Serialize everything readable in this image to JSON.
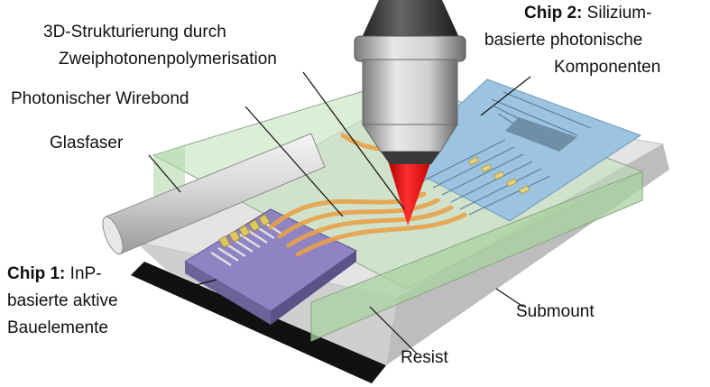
{
  "labels": {
    "strukturierung_line1": "3D-Strukturierung durch",
    "strukturierung_line2": "Zweiphotonenpolymerisation",
    "wirebond": "Photonischer Wirebond",
    "glasfaser": "Glasfaser",
    "chip2_bold": "Chip 2:",
    "chip2_line1_rest": " Silizium-",
    "chip2_line2": "basierte photonische",
    "chip2_line3": "Komponenten",
    "chip1_bold": "Chip 1:",
    "chip1_line1_rest": " InP-",
    "chip1_line2": "basierte aktive",
    "chip1_line3": "Bauelemente",
    "submount": "Submount",
    "resist": "Resist"
  },
  "colors": {
    "submount": "#e6e6e6",
    "resist": "#bfe0b8",
    "chip1": "#8f83c4",
    "chip2": "#9cc4e0",
    "wirebond": "#e8a24a",
    "laser": "#ff1a1a",
    "fiber": "#cfcfcf"
  }
}
